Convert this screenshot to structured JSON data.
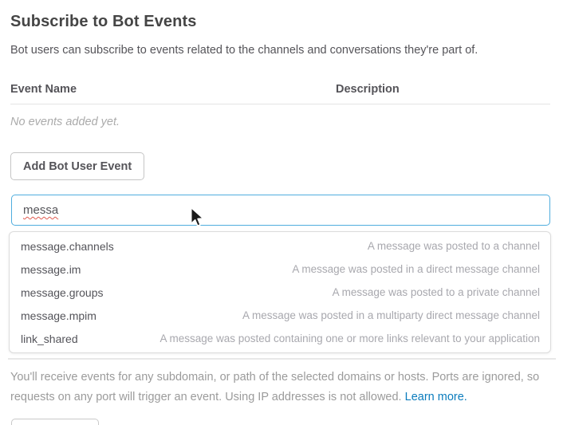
{
  "page": {
    "title": "Subscribe to Bot Events",
    "subtitle": "Bot users can subscribe to events related to the channels and conversations they're part of."
  },
  "events_table": {
    "columns": [
      "Event Name",
      "Description"
    ],
    "empty_message": "No events added yet."
  },
  "buttons": {
    "add_bot_user_event": "Add Bot User Event"
  },
  "event_search": {
    "value": "messa",
    "suggestions": [
      {
        "name": "message.channels",
        "description": "A message was posted to a channel"
      },
      {
        "name": "message.im",
        "description": "A message was posted in a direct message channel"
      },
      {
        "name": "message.groups",
        "description": "A message was posted to a private channel"
      },
      {
        "name": "message.mpim",
        "description": "A message was posted in a multiparty direct message channel"
      },
      {
        "name": "link_shared",
        "description": "A message was posted containing one or more links relevant to your application"
      }
    ]
  },
  "footer_note": {
    "text": "You'll receive events for any subdomain, or path of the selected domains or hosts. Ports are ignored, so requests on any port will trigger an event. Using IP addresses is not allowed.",
    "link": "Learn more."
  },
  "colors": {
    "input_focus_border": "#4fadde",
    "link_blue": "#0b7cbd",
    "heading_text": "#454545",
    "muted_text": "#9b9b9b",
    "divider": "#e4e4e4"
  }
}
